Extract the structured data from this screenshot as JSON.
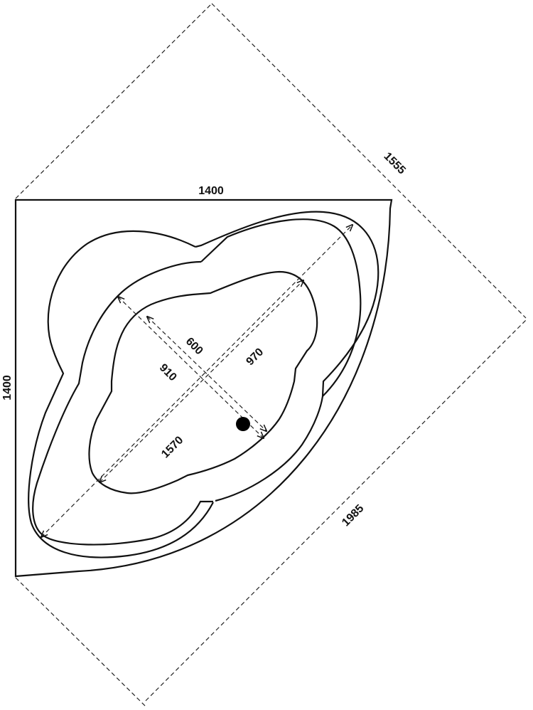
{
  "drawing": {
    "title": "Corner bathtub dimension drawing",
    "dimensions": {
      "top_width": "1400",
      "left_height": "1400",
      "diagonal_back": "1555",
      "diagonal_front": "1985",
      "inner_length": "1570",
      "basin_length": "970",
      "inner_width": "910",
      "basin_width": "600"
    },
    "colors": {
      "line": "#111111",
      "background": "#ffffff"
    },
    "drain_icon": "drain-hole-icon"
  }
}
